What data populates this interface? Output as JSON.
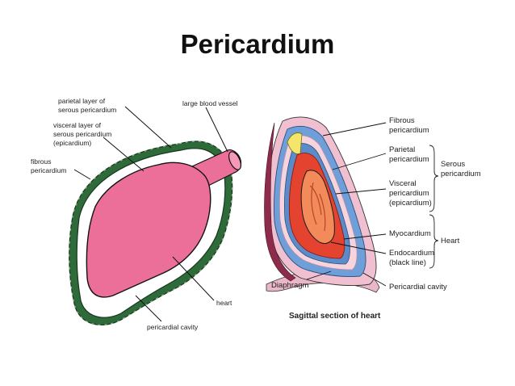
{
  "title": "Pericardium",
  "left_diagram": {
    "parietal": [
      "parietal layer of",
      "serous pericardium"
    ],
    "vessel": "large blood vessel",
    "visceral": [
      "visceral layer of",
      "serous pericardium",
      "(epicardium)"
    ],
    "fibrous": [
      "fibrous",
      "pericardium"
    ],
    "heart": "heart",
    "cavity": "pericardial cavity"
  },
  "right_diagram": {
    "fibrous": [
      "Fibrous",
      "pericardium"
    ],
    "parietal": [
      "Parietal",
      "pericardium"
    ],
    "serous": [
      "Serous",
      "pericardium"
    ],
    "visceral": [
      "Visceral",
      "pericardium",
      "(epicardium)"
    ],
    "myocardium": "Myocardium",
    "heart": "Heart",
    "endocardium": [
      "Endocardium",
      "(black line)"
    ],
    "diaphragm": "Diaphragm",
    "cavity": "Pericardial cavity",
    "caption": "Sagittal section of heart"
  },
  "colors": {
    "fibrous_green": "#2f6b3a",
    "heart_pink": "#ec6f99",
    "muscle_red": "#e3432f",
    "serous_blue": "#6f9fd8",
    "fibrous_pink": "#f1c0d0"
  }
}
